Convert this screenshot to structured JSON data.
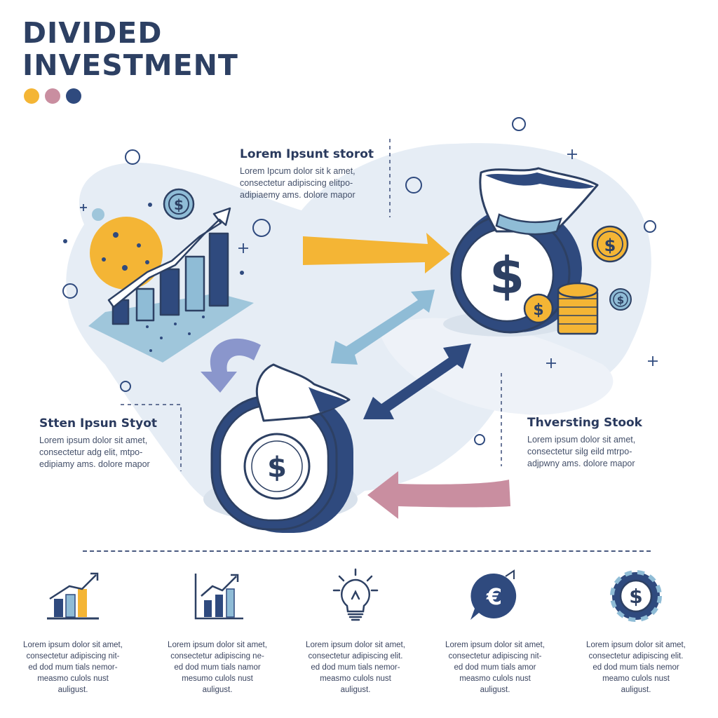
{
  "header": {
    "title_line1": "DIVIDED",
    "title_line2": "INVESTMENT"
  },
  "palette": {
    "navy": "#2f4a7e",
    "dark": "#2d4063",
    "yellow": "#f4b535",
    "pink": "#c98ea0",
    "lightblue": "#8fbcd6",
    "lavender": "#8a96cc",
    "blob": "#e6edf5"
  },
  "callouts": {
    "top": {
      "title": "Lorem Ipsunt storot",
      "lines": [
        "Lorem Ipcum dolor sit k amet,",
        "consectetur adipiscing elitpo-",
        "adipiaemy ams. dolore mapor"
      ]
    },
    "left": {
      "title": "Stten Ipsun Styot",
      "lines": [
        "Lorem ipsum dolor sit amet,",
        "consectetur adg elit, mtpo-",
        "edipiamy ams. dolore mapor"
      ]
    },
    "right": {
      "title": "Thversting Stook",
      "lines": [
        "Lorem ipsum dolor sit amet,",
        "consectetur silg eild mtrpo-",
        "adjpwny ams. dolore mapor"
      ]
    }
  },
  "coin_symbol": "$",
  "features": [
    {
      "icon": "bar-chart-icon",
      "lines": [
        "Lorem ipsum dolor sit amet,",
        "consectetur adipiscing nit-",
        "ed dod mum tials nemor-",
        "measmo culols nust",
        "auligust."
      ]
    },
    {
      "icon": "line-chart-icon",
      "lines": [
        "Lorem ipsum dolor sit amet,",
        "consectetur adipiscing ne-",
        "ed dod mum tials namor",
        "mesumo culols nust",
        "auligust."
      ]
    },
    {
      "icon": "lightbulb-icon",
      "lines": [
        "Lorem ipsum dolor sit amet,",
        "consectetur adipiscing elit.",
        "ed dod mum tials nemor-",
        "measmo culols nust",
        "auligust."
      ]
    },
    {
      "icon": "euro-exchange-icon",
      "lines": [
        "Lorem ipsum dolor sit amet,",
        "consectetur adipiscing nit-",
        "ed dod mum tials amor",
        "measmo culols nust",
        "auligust."
      ]
    },
    {
      "icon": "dollar-chip-icon",
      "lines": [
        "Lorem ipsum dolor sit amet,",
        "consectetur adipiscing elit.",
        "ed dod mum tials nemor",
        "meamo culols nust",
        "auligust."
      ]
    }
  ],
  "feature_symbols": {
    "euro": "€",
    "dollar": "$"
  }
}
